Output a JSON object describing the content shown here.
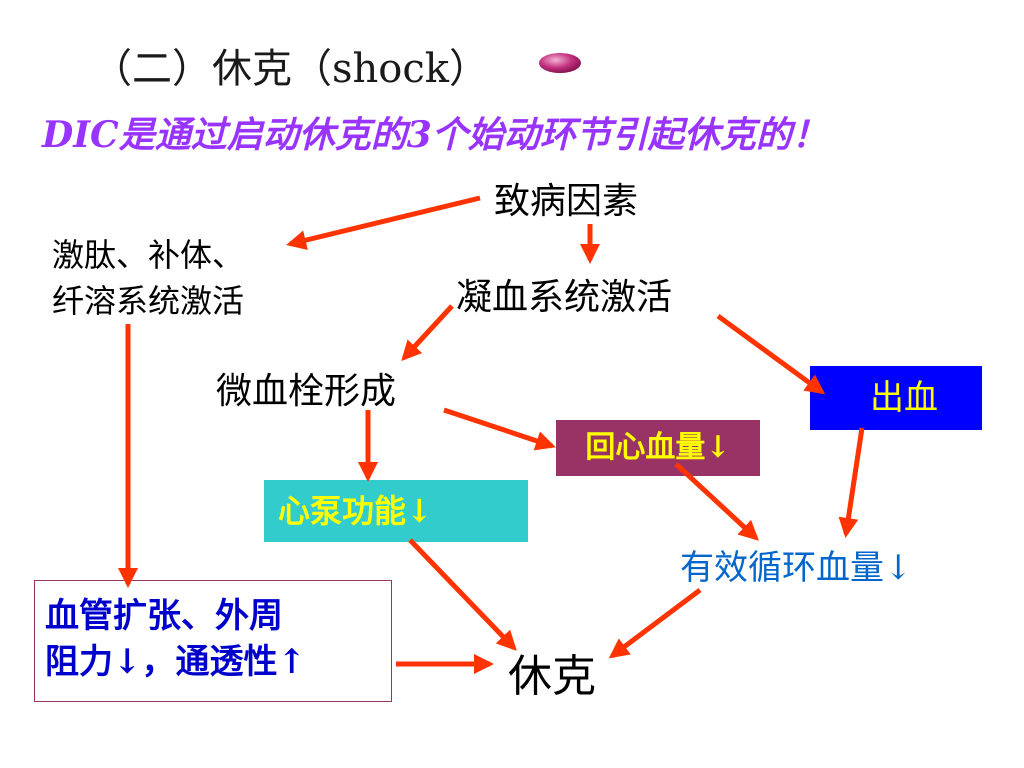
{
  "title": "（二）休克（shock）",
  "subtitle": "DIC是通过启动休克的3个始动环节引起休克的！",
  "nodes": {
    "cause": "致病因素",
    "kinin_line1": "激肽、补体、",
    "kinin_line2": "纤溶系统激活",
    "coag": "凝血系统激活",
    "micro": "微血栓形成",
    "bleed": "出血",
    "return": "回心血量↓",
    "pump": "心泵功能↓",
    "volume": "有效循环血量↓",
    "vessel_line1": "血管扩张、外周",
    "vessel_line2": "阻力↓，通透性↑",
    "shock": "休克"
  },
  "colors": {
    "arrow": "#ff3300",
    "subtitle": "#9933ff",
    "bleed_box": "#0000ff",
    "return_box": "#993366",
    "pump_box": "#33cccc",
    "box_text": "#ffff00",
    "volume_text": "#0066cc",
    "vessel_text": "#0000cc"
  },
  "icons": {
    "title_gem": "magenta-gem-icon"
  }
}
